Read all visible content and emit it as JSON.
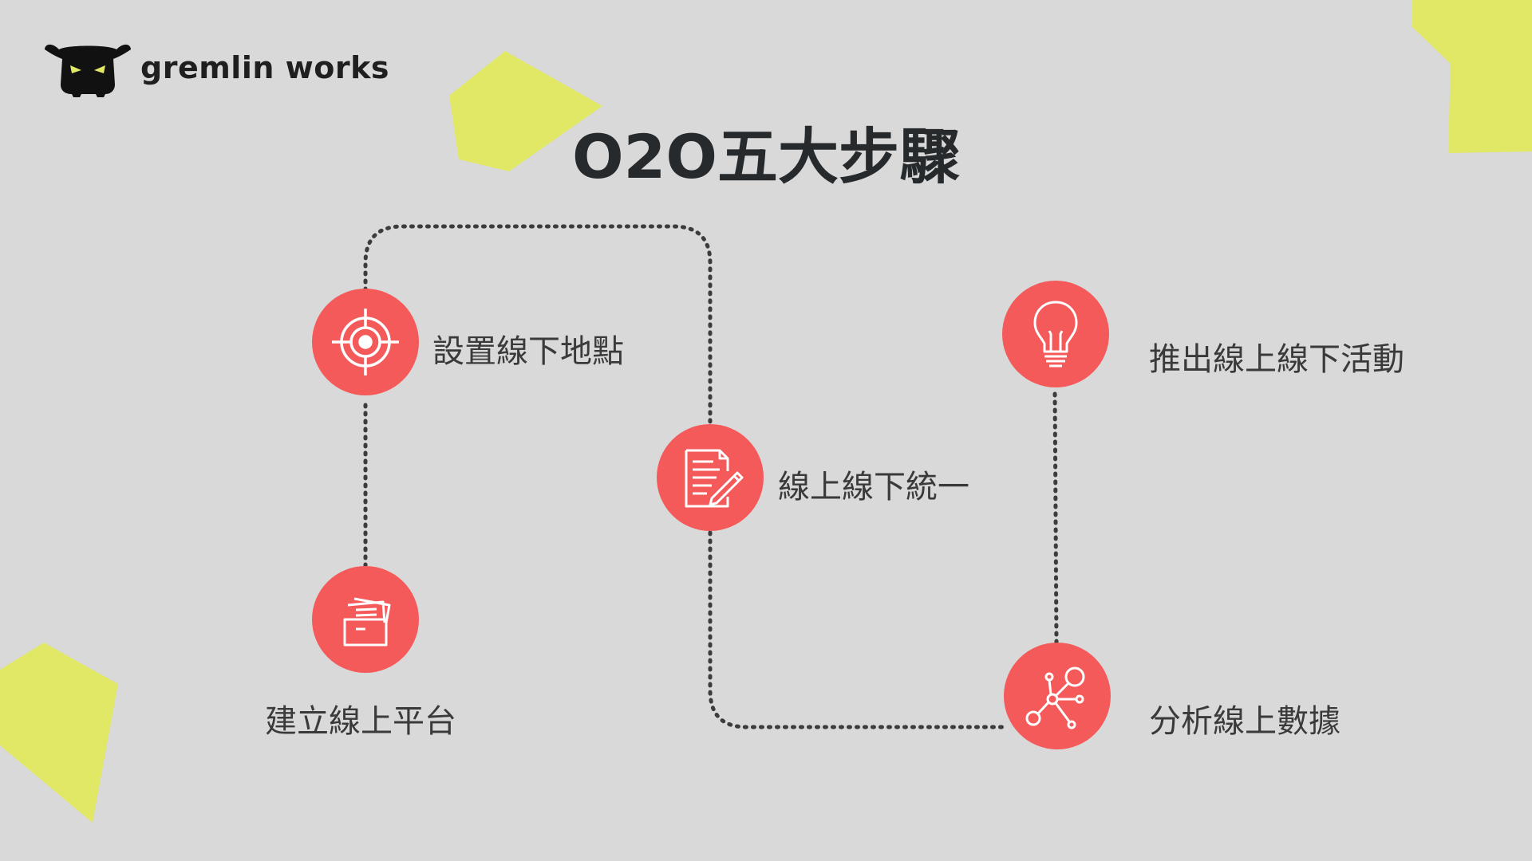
{
  "brand": {
    "name": "gremlin works",
    "logo_icon": "gremlin-mascot-icon"
  },
  "title": "O2O五大步驟",
  "colors": {
    "background": "#d9d9d9",
    "accent_shape": "#e0e866",
    "node": "#f55a5a",
    "connector": "#3c3c3c",
    "text": "#3a3a3a",
    "title": "#262a2c"
  },
  "steps": [
    {
      "label": "建立線上平台",
      "icon": "folder-documents-icon"
    },
    {
      "label": "設置線下地點",
      "icon": "target-crosshair-icon"
    },
    {
      "label": "線上線下統一",
      "icon": "document-pen-icon"
    },
    {
      "label": "分析線上數據",
      "icon": "network-nodes-icon"
    },
    {
      "label": "推出線上線下活動",
      "icon": "lightbulb-icon"
    }
  ]
}
